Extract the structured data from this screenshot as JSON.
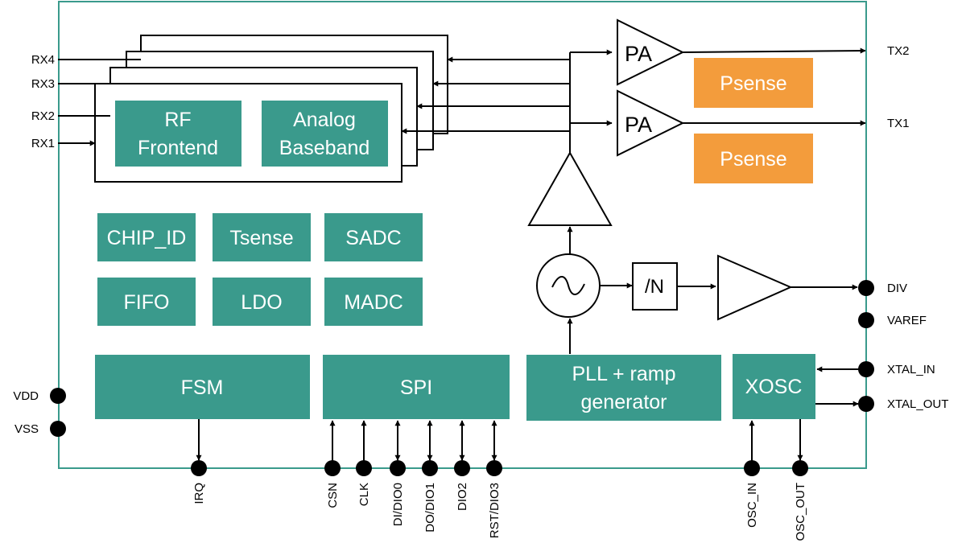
{
  "colors": {
    "block": "#3a9a8c",
    "psense": "#f39c3c",
    "chip_border": "#3a9a8c"
  },
  "rf": {
    "rf_frontend": [
      "RF",
      "Frontend"
    ],
    "analog_baseband": [
      "Analog",
      "Baseband"
    ]
  },
  "blocks": {
    "chip_id": "CHIP_ID",
    "tsense": "Tsense",
    "sadc": "SADC",
    "fifo": "FIFO",
    "ldo": "LDO",
    "madc": "MADC",
    "fsm": "FSM",
    "spi": "SPI",
    "pll": [
      "PLL + ramp",
      "generator"
    ],
    "xosc": "XOSC",
    "psense_top": "Psense",
    "psense_bottom": "Psense"
  },
  "amps": {
    "pa_top": "PA",
    "pa_bottom": "PA",
    "divider": "/N"
  },
  "pins_left": {
    "rx4": "RX4",
    "rx3": "RX3",
    "rx2": "RX2",
    "rx1": "RX1",
    "vdd": "VDD",
    "vss": "VSS"
  },
  "pins_right": {
    "tx2": "TX2",
    "tx1": "TX1",
    "div": "DIV",
    "varef": "VAREF",
    "xtal_in": "XTAL_IN",
    "xtal_out": "XTAL_OUT"
  },
  "pins_bottom": {
    "irq": "IRQ",
    "csn": "CSN",
    "clk": "CLK",
    "di_dio0": "DI/DIO0",
    "do_dio1": "DO/DIO1",
    "dio2": "DIO2",
    "rst_dio3": "RST/DIO3",
    "osc_in": "OSC_IN",
    "osc_out": "OSC_OUT"
  }
}
